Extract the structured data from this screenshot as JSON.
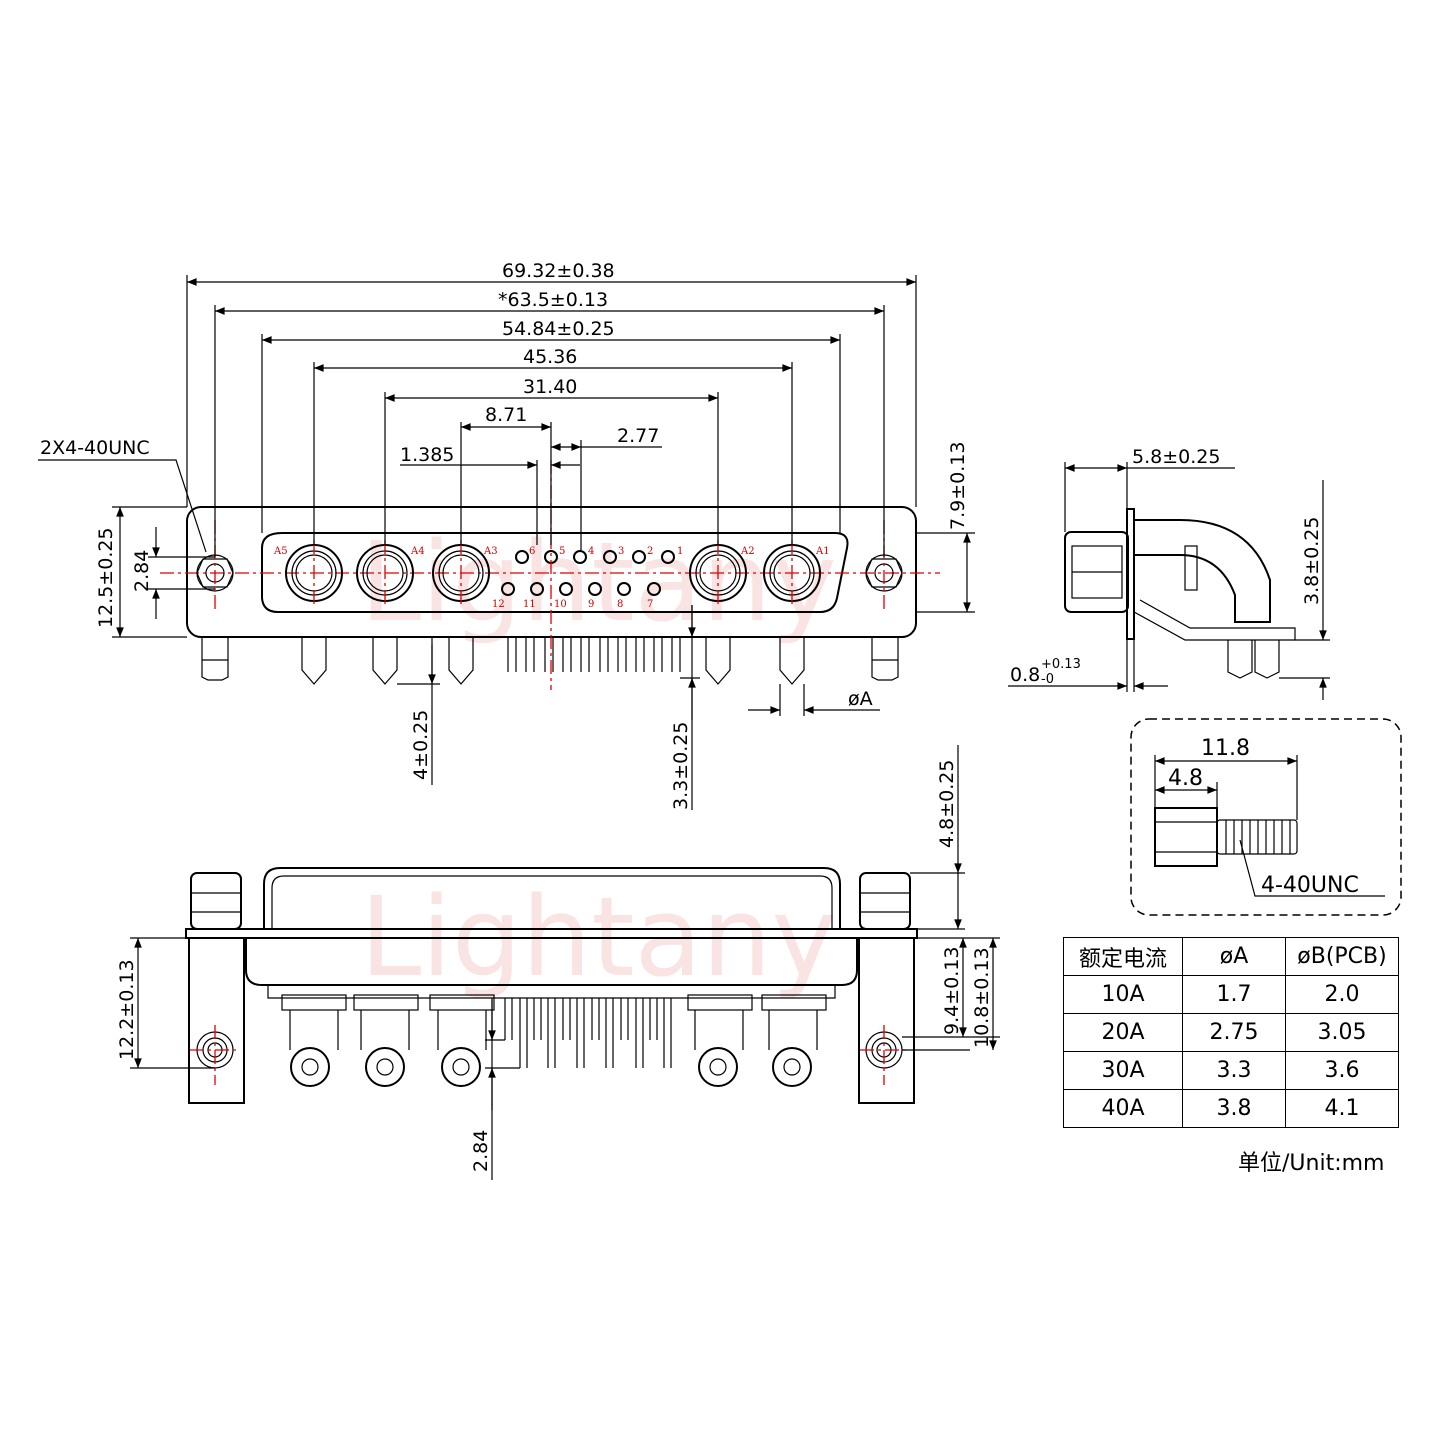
{
  "brand_watermark": "Lightany",
  "front_view": {
    "dims_horizontal": [
      "69.32±0.38",
      "*63.5±0.13",
      "54.84±0.25",
      "45.36",
      "31.40",
      "8.71",
      "2.77",
      "1.385"
    ],
    "dims_vertical": [
      "12.5±0.25",
      "2.84",
      "7.9±0.13",
      "4±0.25",
      "3.3±0.25"
    ],
    "screw_label": "2X4-40UNC",
    "pin_diameter_label": "øA",
    "contact_labels": [
      "A5",
      "A4",
      "A3",
      "6",
      "5",
      "4",
      "3",
      "2",
      "1",
      "A2",
      "A1",
      "12",
      "11",
      "10",
      "9",
      "8",
      "7"
    ]
  },
  "side_view": {
    "dims": [
      "5.8±0.25",
      "3.8±0.25"
    ],
    "plate_thickness": "0.8",
    "plate_tol_plus": "+0.13",
    "plate_tol_minus": "-0"
  },
  "screw_detail": {
    "dims": [
      "11.8",
      "4.8"
    ],
    "thread_label": "4-40UNC"
  },
  "bottom_view": {
    "dims_vertical": [
      "4.8±0.25",
      "12.2±0.13",
      "9.4±0.13",
      "10.8±0.13",
      "2.84"
    ]
  },
  "spec_table": {
    "headers": [
      "额定电流",
      "øA",
      "øB(PCB)"
    ],
    "rows": [
      [
        "10A",
        "1.7",
        "2.0"
      ],
      [
        "20A",
        "2.75",
        "3.05"
      ],
      [
        "30A",
        "3.3",
        "3.6"
      ],
      [
        "40A",
        "3.8",
        "4.1"
      ]
    ]
  },
  "unit_note": "单位/Unit:mm"
}
